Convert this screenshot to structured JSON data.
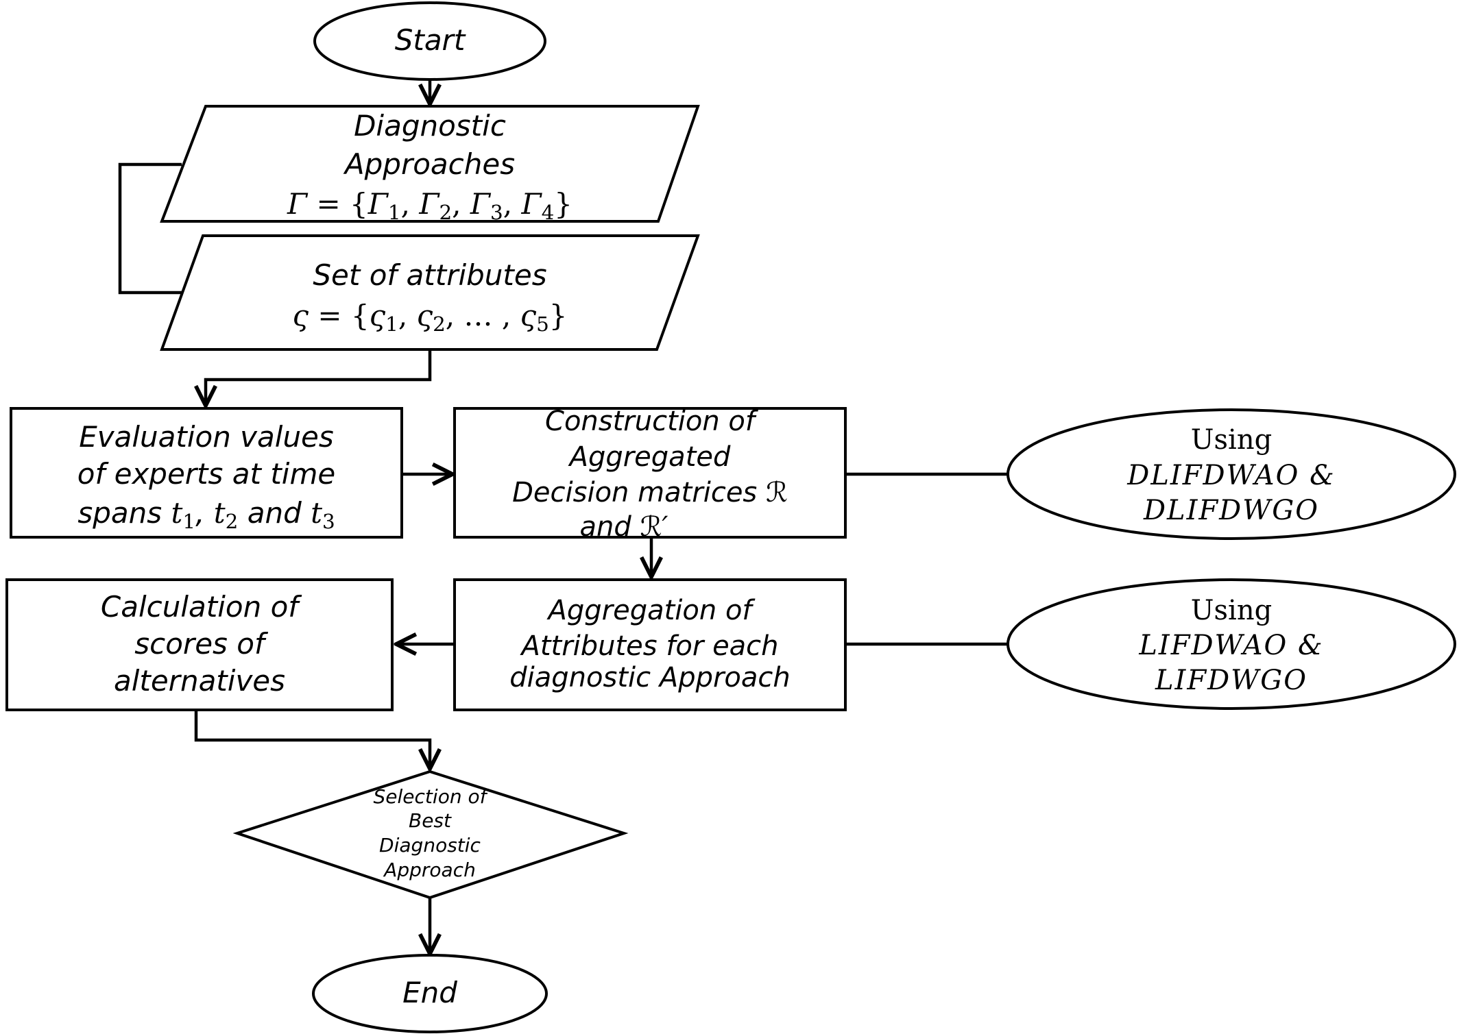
{
  "nodes": {
    "start": {
      "label": "Start"
    },
    "approaches": {
      "line1": "Diagnostic",
      "line2": "Approaches",
      "set": {
        "symbol": "Γ",
        "equals": " = {",
        "items": [
          "Γ",
          "1",
          ", ",
          "Γ",
          "2",
          ", ",
          "Γ",
          "3",
          ", ",
          "Γ",
          "4"
        ],
        "close": "}"
      }
    },
    "attributes": {
      "line1": "Set of attributes",
      "set": {
        "symbol": "ς",
        "equals": " = {",
        "first": "ς",
        "first_sub": "1",
        "second": "ς",
        "second_sub": "2",
        "ellipsis": ", … , ",
        "last": "ς",
        "last_sub": "5",
        "close": "}"
      }
    },
    "evaluation": {
      "line1": "Evaluation values",
      "line2": "of experts at time",
      "line3_prefix": "spans ",
      "t1": "t",
      "t1_sub": "1",
      "t2": "t",
      "t2_sub": "2",
      "and": " and ",
      "t3": "t",
      "t3_sub": "3"
    },
    "construction": {
      "line1": "Construction of",
      "line2": "Aggregated",
      "line3": "Decision matrices ℛ",
      "line4": "and ℛ′"
    },
    "using1": {
      "line1": "Using",
      "line2": "DLIFDWAO &",
      "line3": "DLIFDWGO"
    },
    "calculation": {
      "line1": "Calculation of",
      "line2": "scores of",
      "line3": "alternatives"
    },
    "aggregation": {
      "line1": "Aggregation of",
      "line2": "Attributes for each",
      "line3": "diagnostic Approach"
    },
    "using2": {
      "line1": "Using",
      "line2": "LIFDWAO &",
      "line3": "LIFDWGO"
    },
    "selection": {
      "line1": "Selection of",
      "line2": "Best",
      "line3": "Diagnostic",
      "line4": "Approach"
    },
    "end": {
      "label": "End"
    }
  }
}
